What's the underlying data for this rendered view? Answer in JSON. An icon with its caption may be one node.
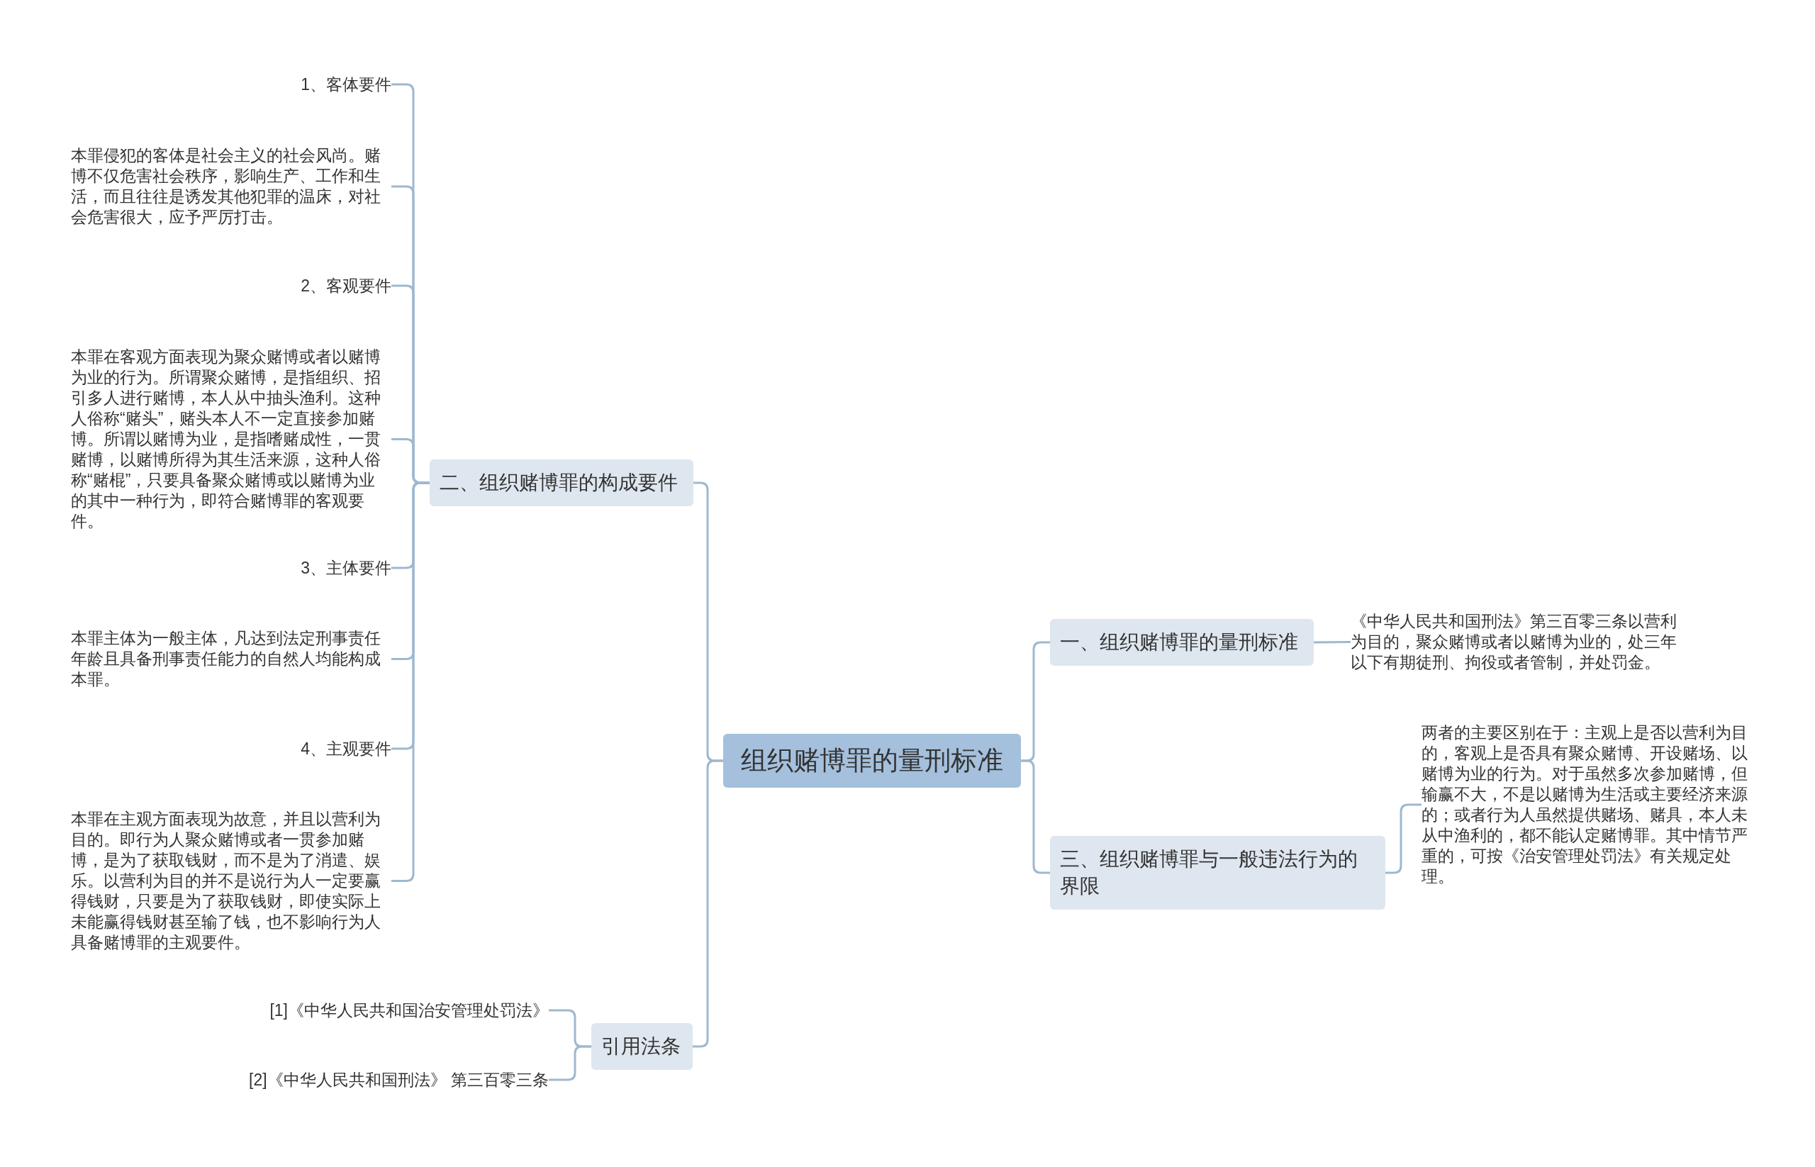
{
  "diagram": {
    "nodes": [
      {
        "text": [
          "组织赌博罪的量刑标准"
        ]
      },
      {
        "text": [
          "一、组织赌博罪的量刑标准"
        ]
      },
      {
        "text": [
          "《中华人民共和国刑法》第三百零三条以营利为目的，聚众赌博或者以赌博为业的，处三年以下有期徒刑、拘役或者管制，并处罚金。"
        ]
      },
      {
        "text": [
          "三、组织赌博罪与一般违法行为的界限"
        ]
      },
      {
        "text": [
          "两者的主要区别在于：主观上是否以营利为目的，客观上是否具有聚众赌博、开设赌场、以赌博为业的行为。对于虽然多次参加赌博，但输赢不大，不是以赌博为生活或主要经济来源的；或者行为人虽然提供赌场、赌具，本人未从中渔利的，都不能认定赌博罪。其中情节严重的，可按《治安管理处罚法》有关规定处理。"
        ]
      },
      {
        "text": [
          "二、组织赌博罪的构成要件"
        ]
      },
      {
        "text": [
          "1、客体要件"
        ]
      },
      {
        "text": [
          "本罪侵犯的客体是社会主义的社会风尚。赌博不仅危害社会秩序，影响生产、工作和生活，而且往往是诱发其他犯罪的温床，对社会危害很大，应予严厉打击。"
        ]
      },
      {
        "text": [
          "2、客观要件"
        ]
      },
      {
        "text": [
          "本罪在客观方面表现为聚众赌博或者以赌博为业的行为。所谓聚众赌博，是指组织、招引多人进行赌博，本人从中抽头渔利。这种人俗称“赌头”，赌头本人不一定直接参加赌博。所谓以赌博为业，是指嗜赌成性，一贯赌博，以赌博所得为其生活来源，这种人俗称“赌棍”，只要具备聚众赌博或以赌博为业的其中一种行为，即符合赌博罪的客观要件。"
        ]
      },
      {
        "text": [
          "3、主体要件"
        ]
      },
      {
        "text": [
          "本罪主体为一般主体，凡达到法定刑事责任年龄且具备刑事责任能力的自然人均能构成本罪。"
        ]
      },
      {
        "text": [
          "4、主观要件"
        ]
      },
      {
        "text": [
          "本罪在主观方面表现为故意，并且以营利为目的。即行为人聚众赌博或者一贯参加赌博，是为了获取钱财，而不是为了消遣、娱乐。以营利为目的并不是说行为人一定要赢得钱财，只要是为了获取钱财，即使实际上未能赢得钱财甚至输了钱，也不影响行为人具备赌博罪的主观要件。"
        ]
      },
      {
        "text": [
          "引用法条"
        ]
      },
      {
        "text": [
          "[1]《中华人民共和国治安管理处罚法》"
        ]
      },
      {
        "text": [
          "[2]《中华人民共和国刑法》 第三百零三条"
        ]
      }
    ],
    "edges": [
      {
        "from": 0,
        "to": 1,
        "arrow": "none"
      },
      {
        "from": 1,
        "to": 2,
        "arrow": "none"
      },
      {
        "from": 0,
        "to": 3,
        "arrow": "none"
      },
      {
        "from": 3,
        "to": 4,
        "arrow": "none"
      },
      {
        "from": 0,
        "to": 5,
        "arrow": "none"
      },
      {
        "from": 5,
        "to": 6,
        "arrow": "none"
      },
      {
        "from": 5,
        "to": 7,
        "arrow": "none"
      },
      {
        "from": 5,
        "to": 8,
        "arrow": "none"
      },
      {
        "from": 5,
        "to": 9,
        "arrow": "none"
      },
      {
        "from": 5,
        "to": 10,
        "arrow": "none"
      },
      {
        "from": 5,
        "to": 11,
        "arrow": "none"
      },
      {
        "from": 5,
        "to": 12,
        "arrow": "none"
      },
      {
        "from": 5,
        "to": 13,
        "arrow": "none"
      },
      {
        "from": 0,
        "to": 14,
        "arrow": "none"
      },
      {
        "from": 14,
        "to": 15,
        "arrow": "none"
      },
      {
        "from": 14,
        "to": 16,
        "arrow": "none"
      }
    ]
  }
}
